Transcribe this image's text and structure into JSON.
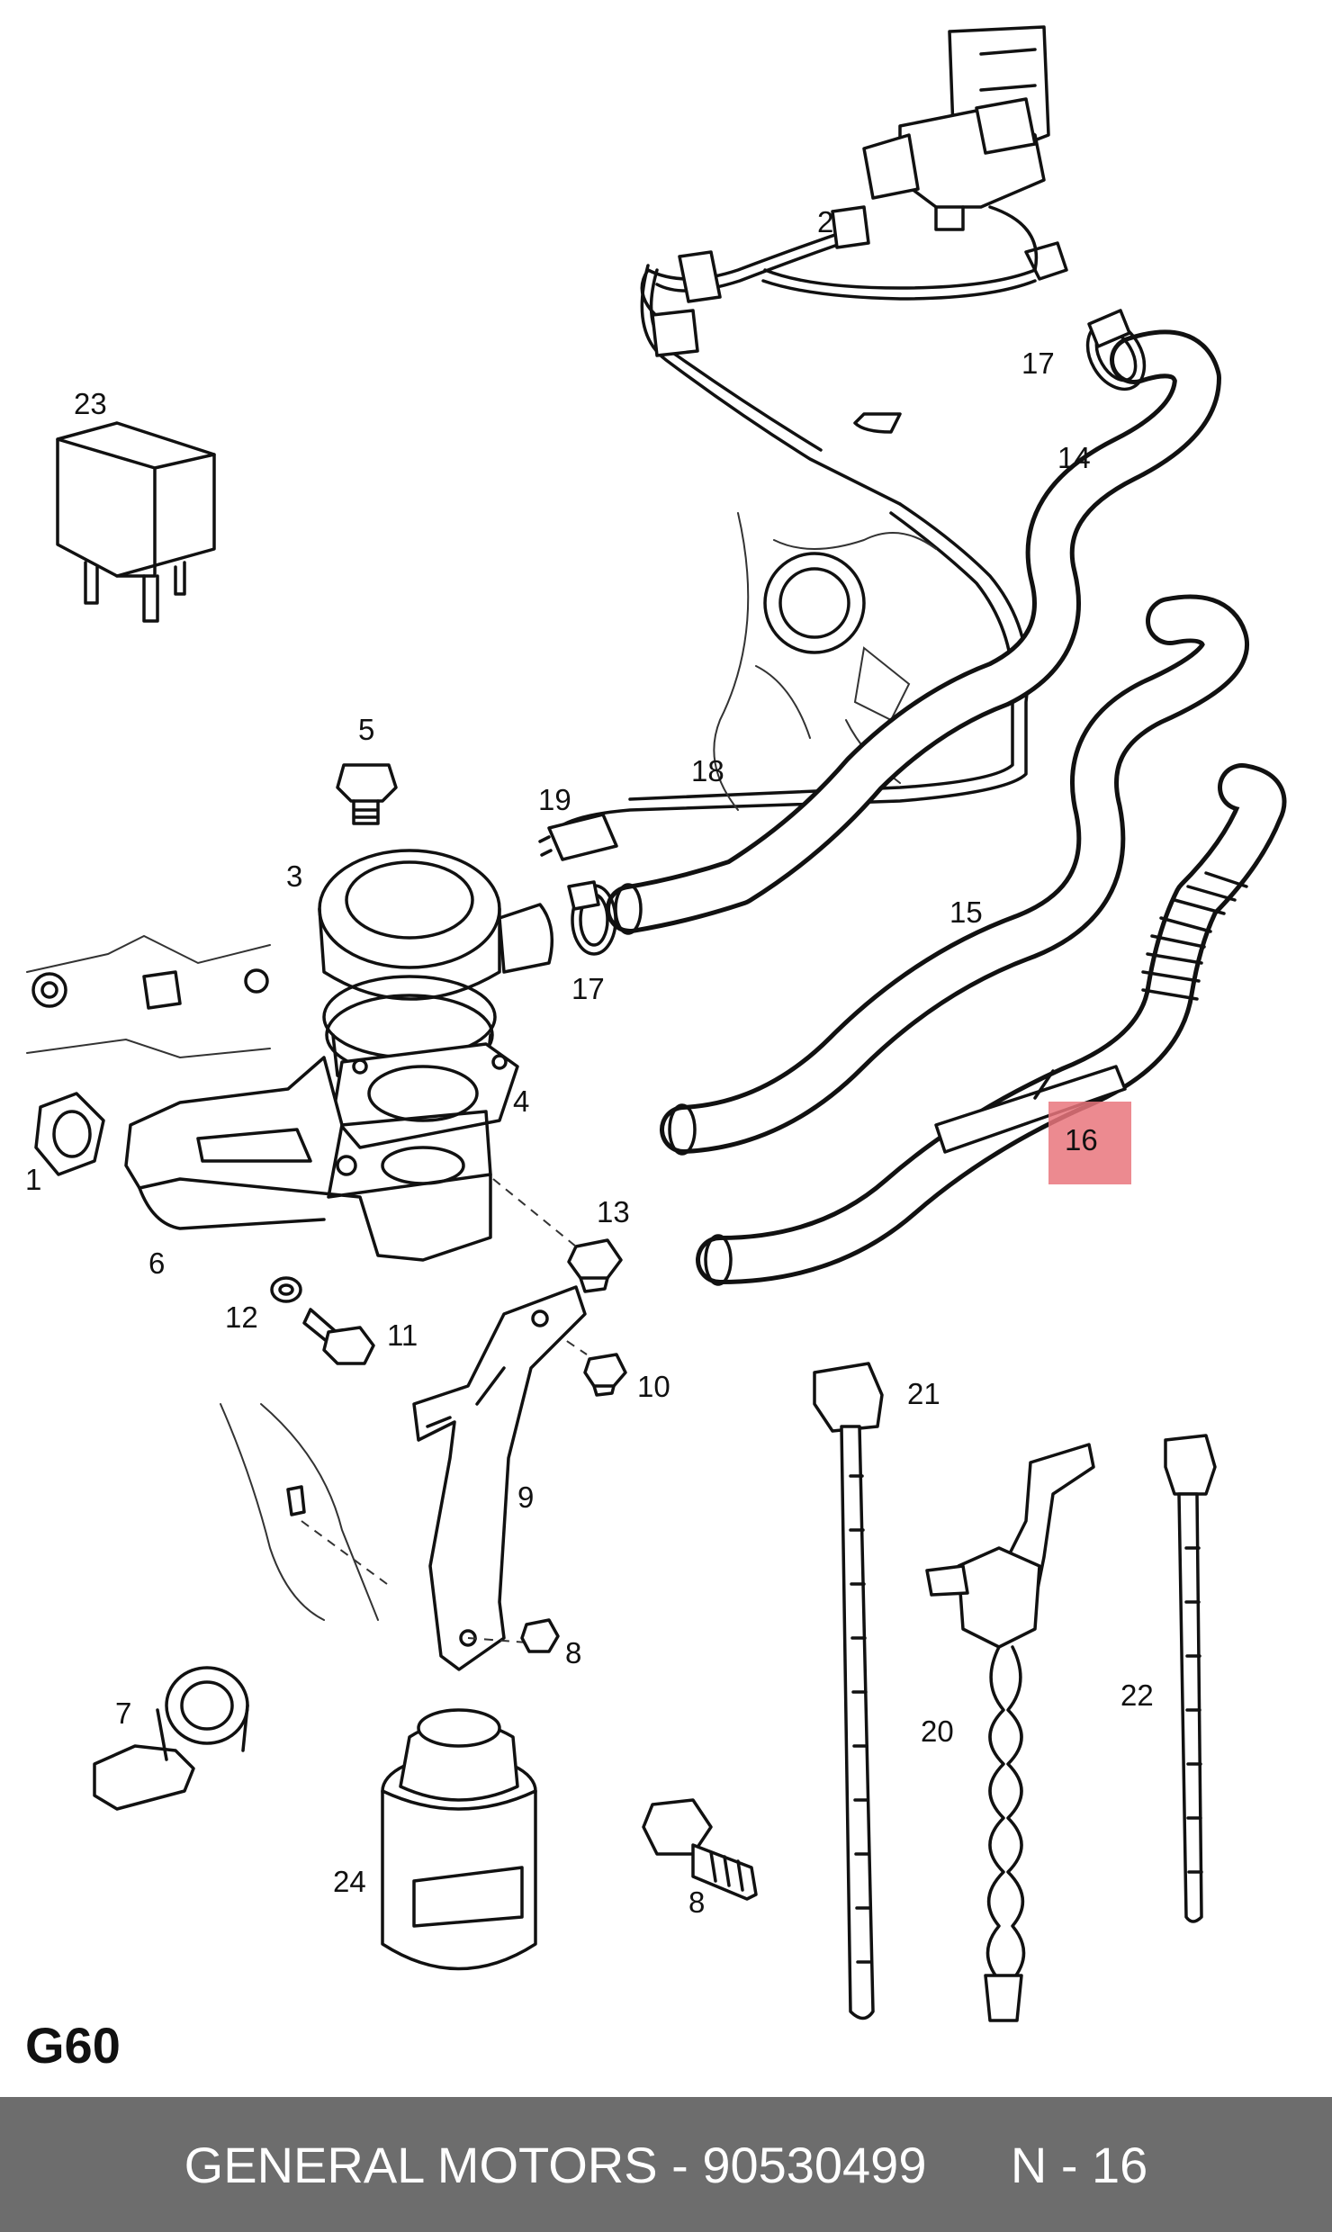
{
  "diagram": {
    "code": "G60",
    "highlight_color": "#e9767d",
    "callouts": [
      {
        "id": "c1",
        "text": "1"
      },
      {
        "id": "c2",
        "text": "2"
      },
      {
        "id": "c3",
        "text": "3"
      },
      {
        "id": "c4",
        "text": "4"
      },
      {
        "id": "c5",
        "text": "5"
      },
      {
        "id": "c6",
        "text": "6"
      },
      {
        "id": "c7",
        "text": "7"
      },
      {
        "id": "c8a",
        "text": "8"
      },
      {
        "id": "c8b",
        "text": "8"
      },
      {
        "id": "c9",
        "text": "9"
      },
      {
        "id": "c10",
        "text": "10"
      },
      {
        "id": "c11",
        "text": "11"
      },
      {
        "id": "c12",
        "text": "12"
      },
      {
        "id": "c13",
        "text": "13"
      },
      {
        "id": "c14",
        "text": "14"
      },
      {
        "id": "c15",
        "text": "15"
      },
      {
        "id": "c16",
        "text": "16"
      },
      {
        "id": "c17a",
        "text": "17"
      },
      {
        "id": "c17b",
        "text": "17"
      },
      {
        "id": "c18",
        "text": "18"
      },
      {
        "id": "c19",
        "text": "19"
      },
      {
        "id": "c20",
        "text": "20"
      },
      {
        "id": "c21",
        "text": "21"
      },
      {
        "id": "c22",
        "text": "22"
      },
      {
        "id": "c23",
        "text": "23"
      },
      {
        "id": "c24",
        "text": "24"
      }
    ]
  },
  "footer": {
    "brand": "GENERAL MOTORS",
    "separator": " - ",
    "part_number": "90530499",
    "position_label": "N - 16",
    "background": "#6d6d6d"
  }
}
